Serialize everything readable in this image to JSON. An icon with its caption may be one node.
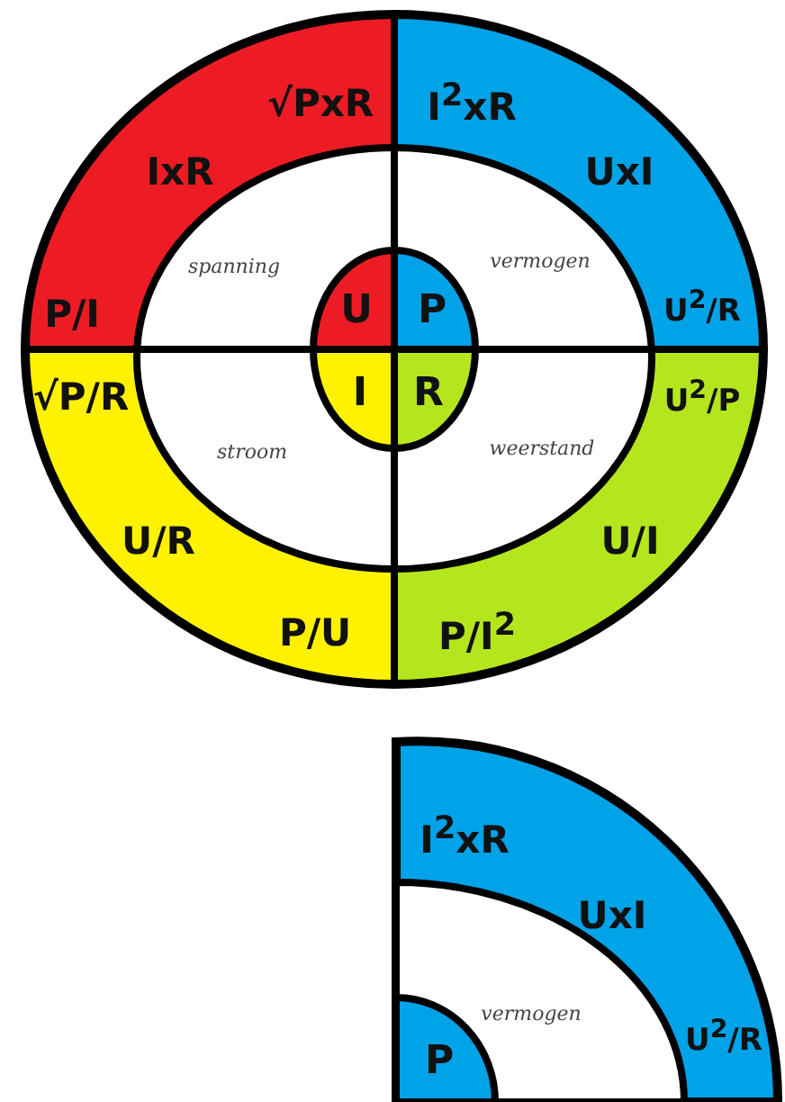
{
  "diagram": {
    "labels": [
      "√PxR",
      "I$^{2}$xR",
      "IxR",
      "UxI",
      "spanning",
      "vermogen",
      "P/I",
      "U",
      "P",
      "U$^{2}$/R",
      "√P/R",
      "I",
      "R",
      "U$^{2}$/P",
      "stroom",
      "weerstand",
      "U/R",
      "U/I",
      "P/U",
      "P/I$^{2}$",
      "I$^{2}$xR",
      "UxI",
      "vermogen",
      "P",
      "U$^{2}$/R"
    ]
  }
}
